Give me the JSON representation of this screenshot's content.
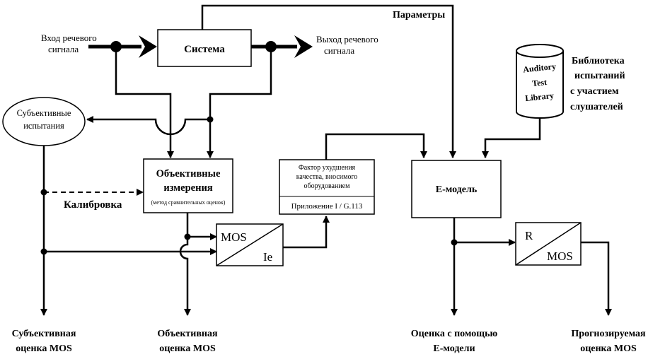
{
  "input_label": [
    "Вход речевого",
    "сигнала"
  ],
  "output_label": [
    "Выход речевого",
    "сигнала"
  ],
  "parameters_label": "Параметры",
  "system_label": "Система",
  "library_label": [
    "Библиотека",
    "испытаний",
    "с участием",
    "слушателей"
  ],
  "library_cylinder_text": [
    "Auditory",
    "Test",
    "Library"
  ],
  "subjective_tests_label": [
    "Субъективные",
    "испытания"
  ],
  "objective_box": {
    "line1": "Объективные",
    "line2": "измерения",
    "note": "(метод сравнительных оценок)"
  },
  "factor_box": {
    "lines": [
      "Фактор ухудшения",
      "качества, вносимого",
      "оборудованием"
    ],
    "appendix": "Приложение I / G.113"
  },
  "emodel_label": "E-модель",
  "mos_ie_box": {
    "top": "MOS",
    "bottom": "Ie"
  },
  "r_mos_box": {
    "top": "R",
    "bottom": "MOS"
  },
  "calibration_label": "Калибровка",
  "outputs": {
    "subjective_mos": [
      "Субъективная",
      "оценка MOS"
    ],
    "objective_mos": [
      "Объективная",
      "оценка MOS"
    ],
    "emodel_estimate": [
      "Оценка с помощью",
      "E-модели"
    ],
    "predicted_mos": [
      "Прогнозируемая",
      "оценка MOS"
    ]
  }
}
